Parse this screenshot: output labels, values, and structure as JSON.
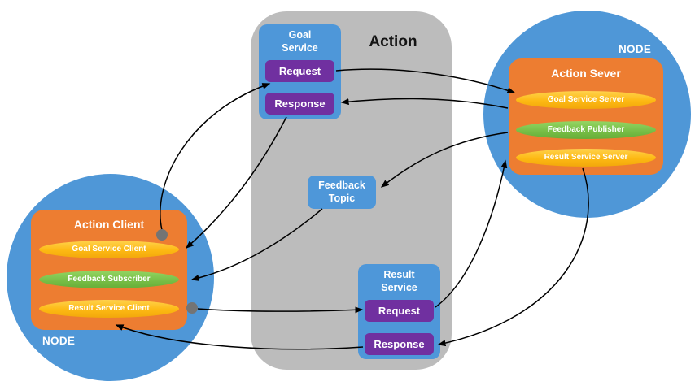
{
  "action": {
    "title": "Action",
    "goal_service": {
      "line1": "Goal",
      "line2": "Service",
      "request": "Request",
      "response": "Response"
    },
    "feedback_topic": {
      "line1": "Feedback",
      "line2": "Topic"
    },
    "result_service": {
      "line1": "Result",
      "line2": "Service",
      "request": "Request",
      "response": "Response"
    }
  },
  "client_node": {
    "node_label": "NODE",
    "title": "Action Client",
    "items": [
      "Goal Service Client",
      "Feedback Subscriber",
      "Result Service Client"
    ]
  },
  "server_node": {
    "node_label": "NODE",
    "title": "Action Sever",
    "items": [
      "Goal Service Server",
      "Feedback Publisher",
      "Result Service Server"
    ]
  },
  "colors": {
    "node_blue": "#4f97d7",
    "panel_gray": "#bcbcbc",
    "service_blue": "#4e97d9",
    "request_purple": "#7030a0",
    "card_orange": "#ed7d31",
    "pill_yellow": "#ffc000",
    "pill_green": "#77bc43",
    "arrow_black": "#000000",
    "junction_dot_gray": "#747474"
  }
}
